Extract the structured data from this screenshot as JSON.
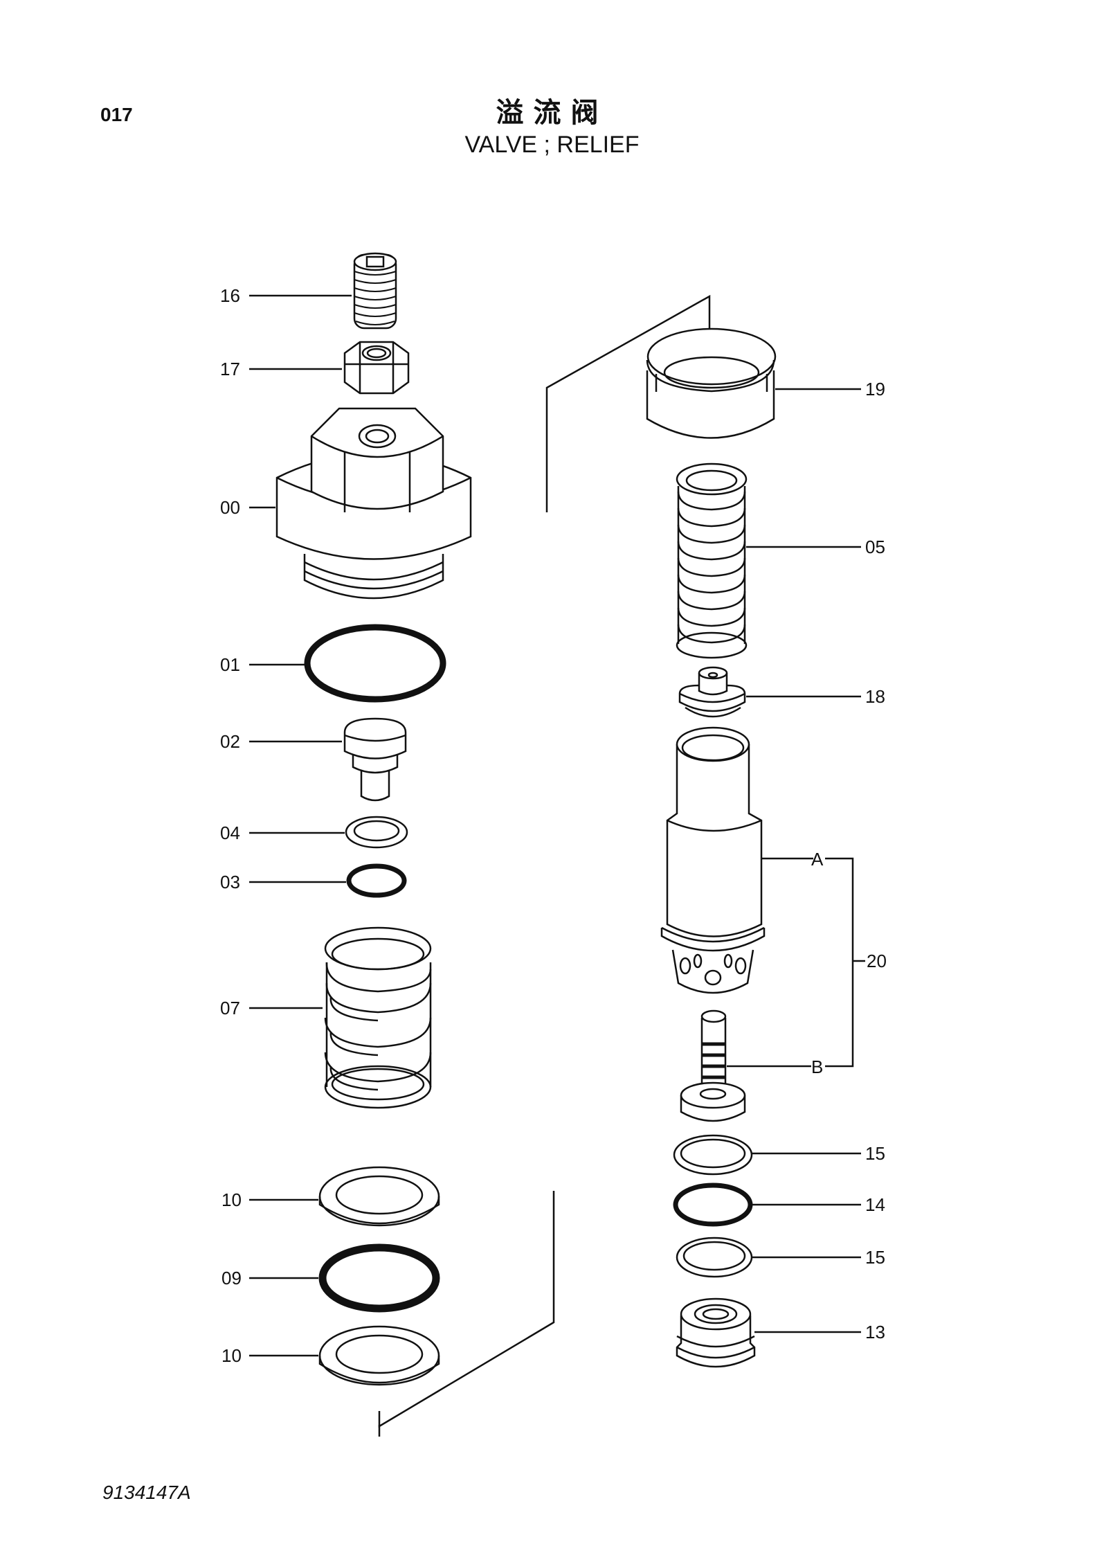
{
  "header": {
    "page_number": "017",
    "title_cn": "溢流阀",
    "title_en": "VALVE ; RELIEF"
  },
  "footer": {
    "document_code": "9134147A"
  },
  "callouts": {
    "p16": "16",
    "p17": "17",
    "p00": "00",
    "p01": "01",
    "p02": "02",
    "p04": "04",
    "p03": "03",
    "p07": "07",
    "p10a": "10",
    "p09": "09",
    "p10b": "10",
    "p19": "19",
    "p05": "05",
    "p18": "18",
    "pA": "A",
    "p20": "20",
    "pB": "B",
    "p15a": "15",
    "p14": "14",
    "p15b": "15",
    "p13": "13"
  }
}
